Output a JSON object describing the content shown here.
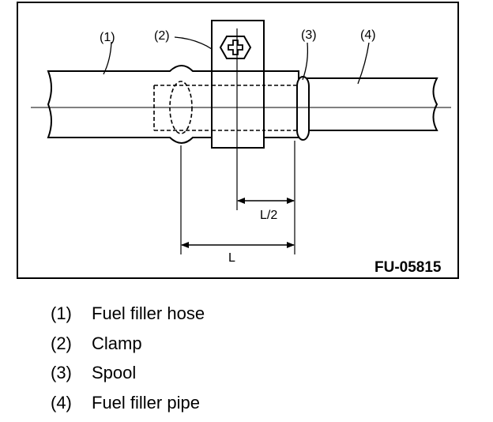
{
  "diagram": {
    "figure_code": "FU-05815",
    "callouts": [
      {
        "id": "hose",
        "label": "(1)"
      },
      {
        "id": "clamp",
        "label": "(2)"
      },
      {
        "id": "spool",
        "label": "(3)"
      },
      {
        "id": "pipe",
        "label": "(4)"
      }
    ],
    "dimensions": {
      "half": "L/2",
      "full": "L"
    }
  },
  "legend": [
    {
      "num": "(1)",
      "text": "Fuel filler hose"
    },
    {
      "num": "(2)",
      "text": "Clamp"
    },
    {
      "num": "(3)",
      "text": "Spool"
    },
    {
      "num": "(4)",
      "text": "Fuel filler pipe"
    }
  ]
}
